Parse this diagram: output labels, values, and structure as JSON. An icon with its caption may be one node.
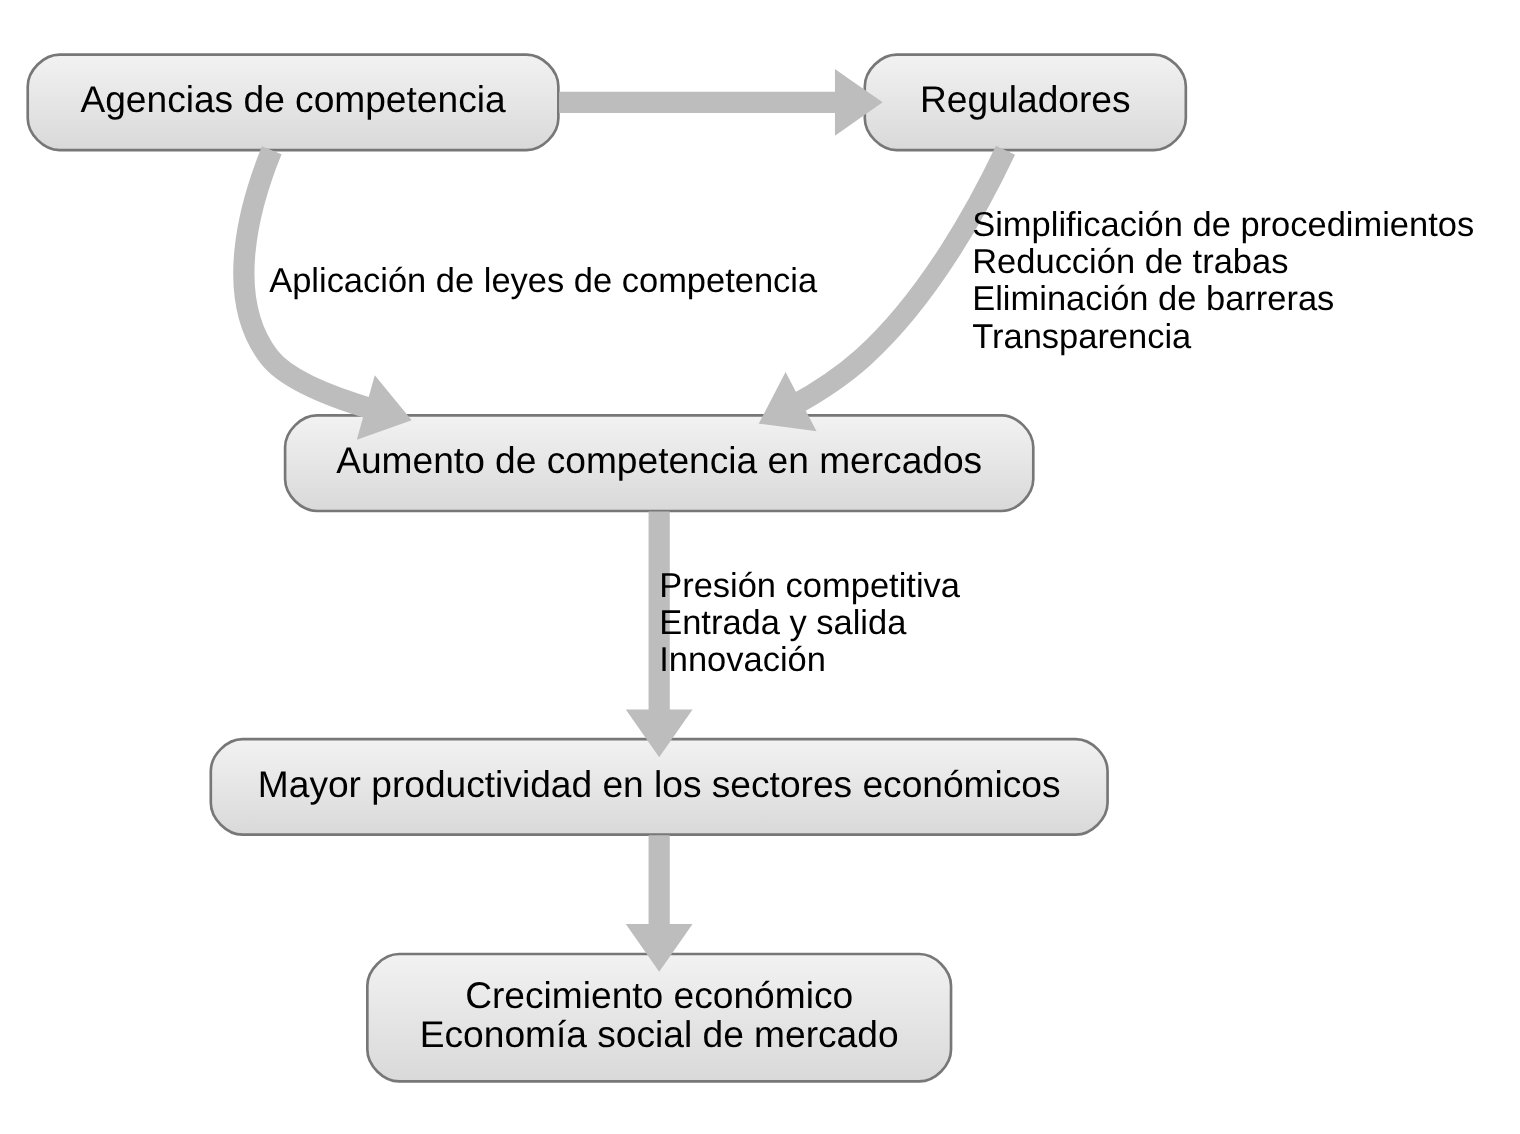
{
  "diagram": {
    "nodes": [
      {
        "text": [
          "Agencias de competencia"
        ]
      },
      {
        "text": [
          "Reguladores"
        ]
      },
      {
        "text": [
          "Aumento de competencia en mercados"
        ]
      },
      {
        "text": [
          "Mayor productividad en los sectores económicos"
        ]
      },
      {
        "text": [
          "Crecimiento económico",
          "Economía social de mercado"
        ]
      }
    ],
    "edges": [
      {
        "from": 0,
        "to": 1,
        "arrow": "to"
      },
      {
        "from": 0,
        "to": 2,
        "arrow": "to",
        "label": [
          "Aplicación de leyes de competencia"
        ]
      },
      {
        "from": 1,
        "to": 2,
        "arrow": "to",
        "label": [
          "Simplificación de procedimientos",
          "Reducción de trabas",
          "Eliminación de barreras",
          "Transparencia"
        ]
      },
      {
        "from": 2,
        "to": 3,
        "arrow": "to",
        "label": [
          "Presión competitiva",
          "Entrada y salida",
          "Innovación"
        ]
      },
      {
        "from": 3,
        "to": 4,
        "arrow": "to"
      }
    ]
  }
}
